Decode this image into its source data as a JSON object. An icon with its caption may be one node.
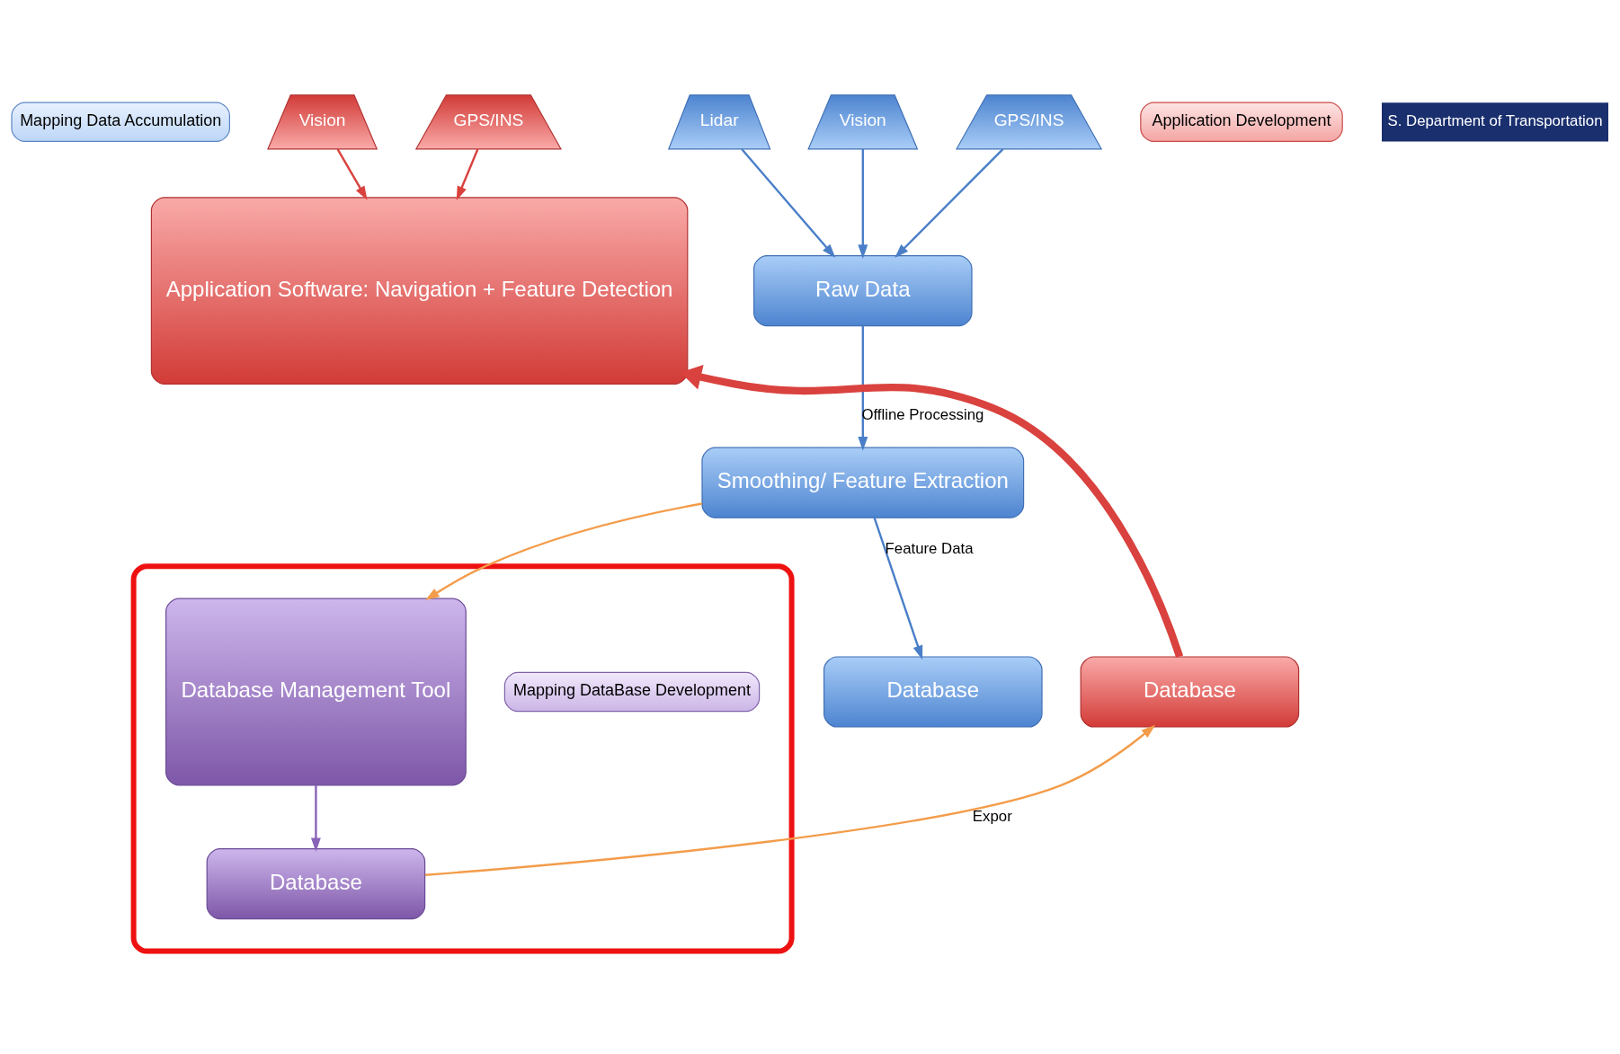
{
  "diagram": {
    "nodes": [
      {
        "text": [
          "Mapping Data Accumulation"
        ]
      },
      {
        "text": [
          "Vision"
        ]
      },
      {
        "text": [
          "GPS/INS"
        ]
      },
      {
        "text": [
          "Lidar"
        ]
      },
      {
        "text": [
          "Raw Data"
        ]
      },
      {
        "text": [
          "Smoothing/ Feature Extraction"
        ]
      },
      {
        "text": [
          "Database"
        ]
      },
      {
        "text": [],
        "shape": "box"
      },
      {
        "text": [
          "Mapping DataBase Development"
        ],
        "in": 7
      },
      {
        "text": [
          "Database Management Tool"
        ],
        "in": 7
      },
      {
        "text": [
          "Database"
        ],
        "in": 7
      },
      {
        "text": [
          "Application Development"
        ]
      },
      {
        "text": [
          "Vision"
        ]
      },
      {
        "text": [
          "GPS/INS"
        ]
      },
      {
        "text": [
          "Application Software: Navigation + Feature Detection"
        ]
      },
      {
        "text": [
          "Database"
        ]
      }
    ],
    "edges": [
      {
        "from": 1,
        "to": 4,
        "arrow": "to"
      },
      {
        "from": 2,
        "to": 4,
        "arrow": "to"
      },
      {
        "from": 3,
        "to": 4,
        "arrow": "to"
      },
      {
        "from": 4,
        "to": 5,
        "arrow": "to",
        "label": "Offline Processing"
      },
      {
        "from": 5,
        "to": 6,
        "arrow": "to",
        "label": "Feature Data"
      },
      {
        "from": 5,
        "to": 9,
        "arrow": "to",
        "color": "#f39c4a"
      },
      {
        "from": 9,
        "to": 10,
        "arrow": "to",
        "color": "#8a64b8"
      },
      {
        "from": 10,
        "to": 15,
        "arrow": "to",
        "label": "Expor",
        "color": "#f39c4a"
      },
      {
        "from": 12,
        "to": 14,
        "arrow": "to",
        "color": "#d9423e"
      },
      {
        "from": 13,
        "to": 14,
        "arrow": "to",
        "color": "#d9423e"
      },
      {
        "from": 15,
        "to": 14,
        "arrow": "to",
        "style": "thick",
        "color": "#d9423e"
      }
    ],
    "labels": [
      "S. Department of Transportation"
    ]
  }
}
